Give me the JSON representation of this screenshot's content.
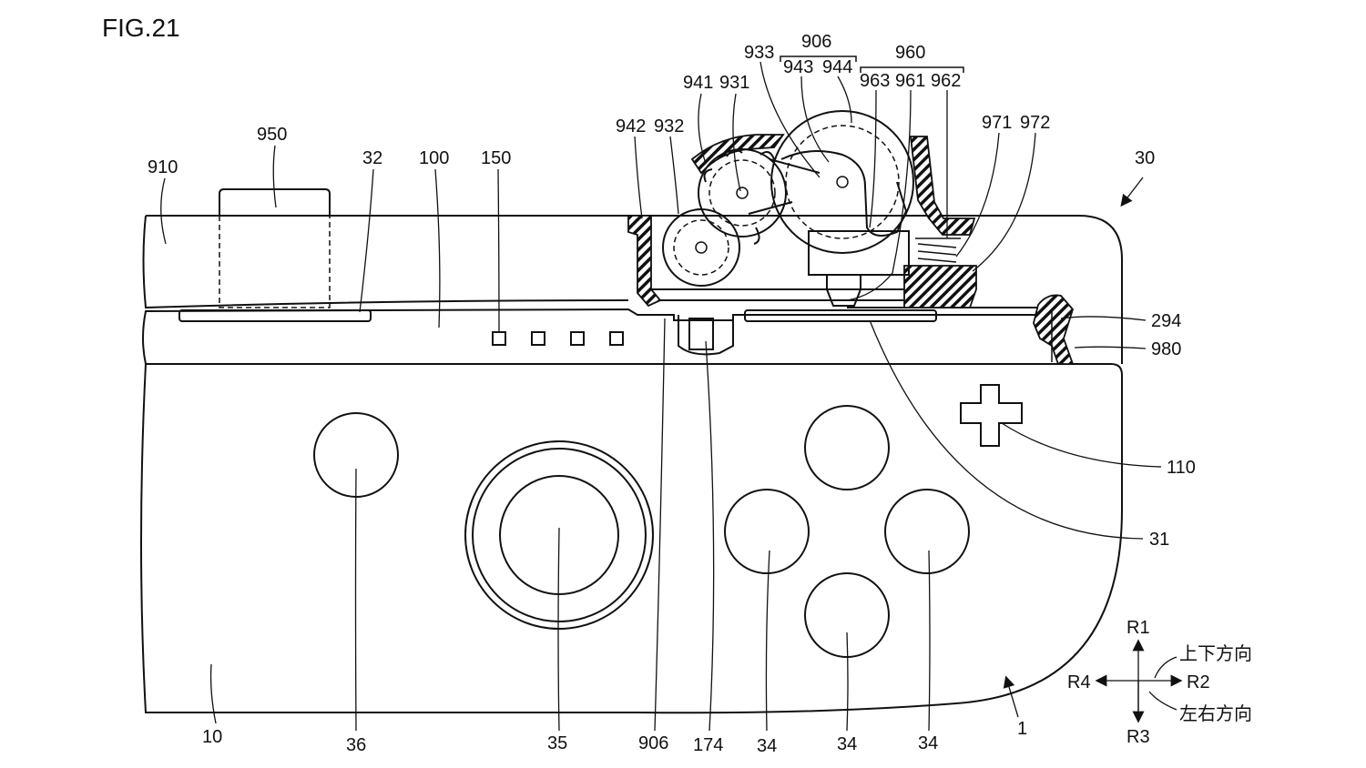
{
  "figure": {
    "title": "FIG.21"
  },
  "labels": {
    "l906_top": "906",
    "l960": "960",
    "l933": "933",
    "l943": "943",
    "l944": "944",
    "l941": "941",
    "l931": "931",
    "l963": "963",
    "l961": "961",
    "l962": "962",
    "l942": "942",
    "l932": "932",
    "l971": "971",
    "l972": "972",
    "l950": "950",
    "l910": "910",
    "l32": "32",
    "l100": "100",
    "l150": "150",
    "l30": "30",
    "l294": "294",
    "l980": "980",
    "l110": "110",
    "l31": "31",
    "l10": "10",
    "l36": "36",
    "l35": "35",
    "l906_bottom": "906",
    "l174": "174",
    "l34_a": "34",
    "l34_b": "34",
    "l34_c": "34",
    "l1": "1"
  },
  "direction_legend": {
    "r1": "R1",
    "r2": "R2",
    "r3": "R3",
    "r4": "R4",
    "vertical": "上下方向",
    "horizontal": "左右方向"
  }
}
